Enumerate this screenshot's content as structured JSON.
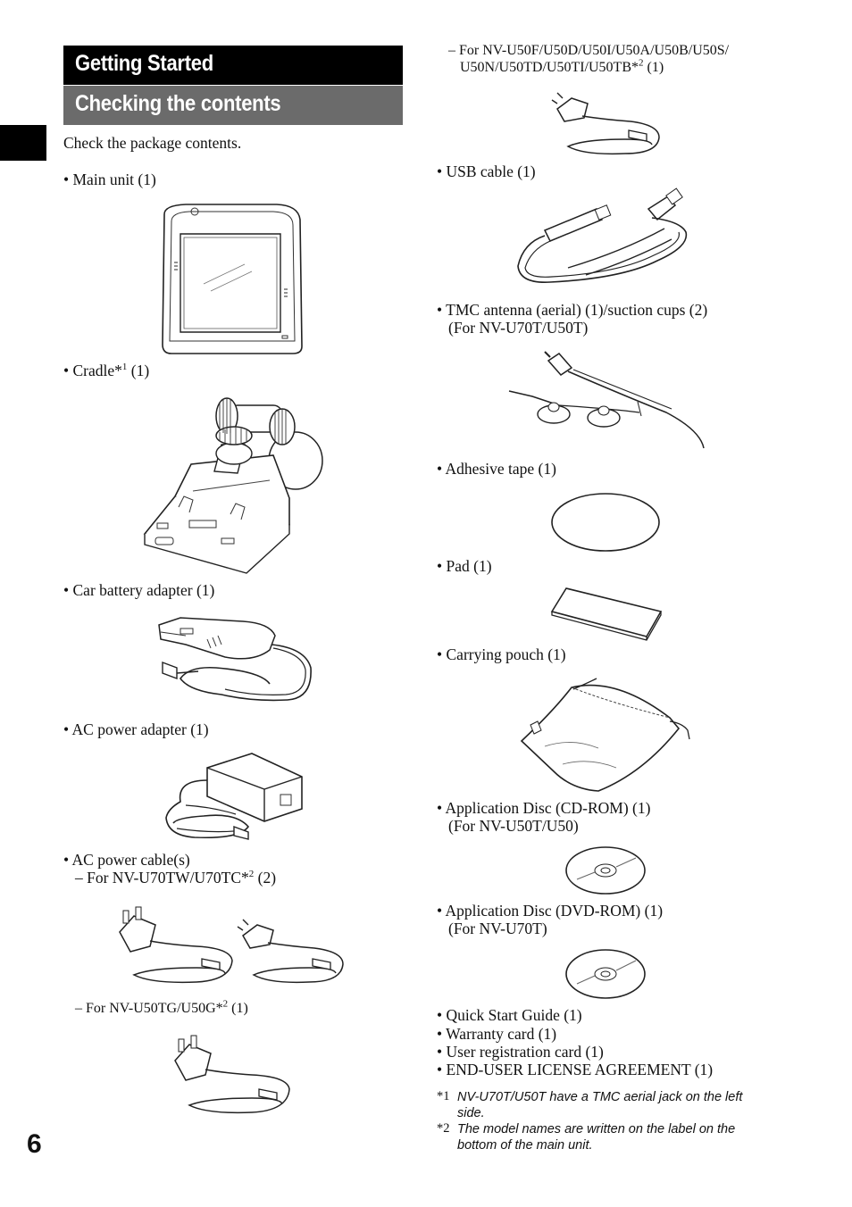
{
  "section_title": "Getting Started",
  "subsection_title": "Checking the contents",
  "intro": "Check the package contents.",
  "page_number": "6",
  "left_items": {
    "main_unit": "• Main unit (1)",
    "cradle_label": "• Cradle*",
    "cradle_sup": "1",
    "cradle_qty": " (1)",
    "car_adapter": "• Car battery adapter (1)",
    "ac_adapter": "• AC power adapter (1)",
    "ac_cables": "• AC power cable(s)",
    "ac_cables_sub1_label": "– For NV-U70TW/U70TC*",
    "ac_cables_sub1_sup": "2",
    "ac_cables_sub1_qty": " (2)",
    "ac_cables_sub2_label": "– For NV-U50TG/U50G*",
    "ac_cables_sub2_sup": "2",
    "ac_cables_sub2_qty": " (1)"
  },
  "right_items": {
    "ac_cables_sub3_line1": "– For NV-U50F/U50D/U50I/U50A/U50B/U50S/",
    "ac_cables_sub3_line2": "U50N/U50TD/U50TI/U50TB*",
    "ac_cables_sub3_sup": "2",
    "ac_cables_sub3_qty": " (1)",
    "usb_cable": "• USB cable (1)",
    "tmc_line1": "• TMC antenna (aerial) (1)/suction cups (2)",
    "tmc_line2": "(For NV-U70T/U50T)",
    "adhesive_tape": "• Adhesive tape (1)",
    "pad": "• Pad (1)",
    "pouch": "• Carrying pouch (1)",
    "cd_line1": "• Application Disc (CD-ROM) (1)",
    "cd_line2": "(For NV-U50T/U50)",
    "dvd_line1": "• Application Disc (DVD-ROM) (1)",
    "dvd_line2": "(For NV-U70T)",
    "docs": [
      "• Quick Start Guide (1)",
      "• Warranty card (1)",
      "• User registration card (1)",
      "• END-USER LICENSE AGREEMENT (1)"
    ]
  },
  "footnotes": [
    {
      "mark": "*1",
      "text_line1": "NV-U70T/U50T have a TMC aerial jack on the left",
      "text_line2": "side."
    },
    {
      "mark": "*2",
      "text_line1": "The model names are written on the label on the",
      "text_line2": "bottom of the main unit."
    }
  ]
}
